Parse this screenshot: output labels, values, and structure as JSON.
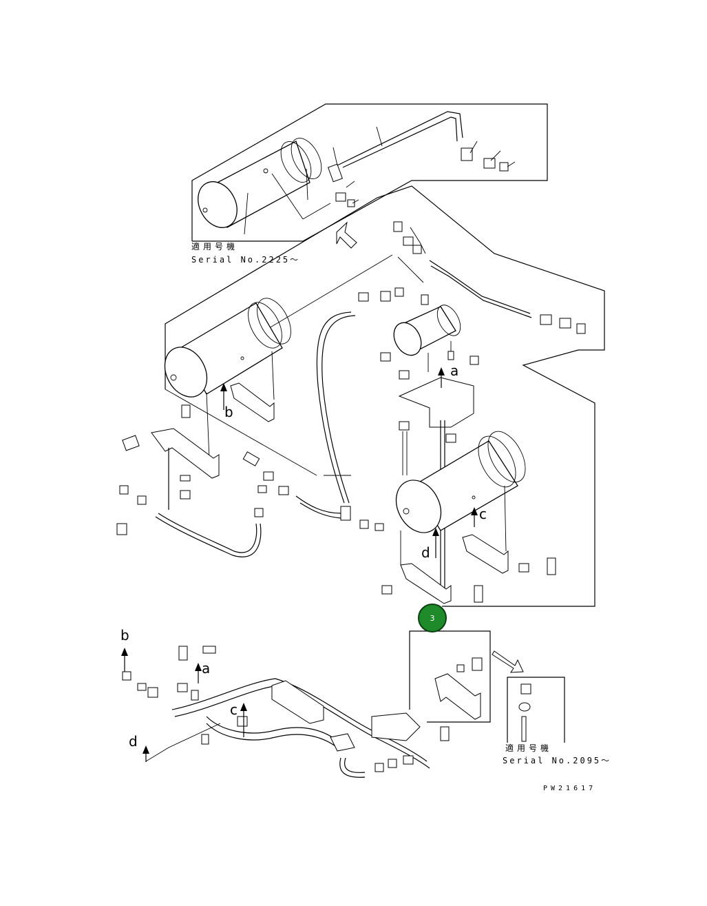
{
  "serial_top": {
    "jp": "適用号機",
    "text": "Serial No.2225〜"
  },
  "serial_bottom": {
    "jp": "適用号機",
    "text": "Serial No.2095〜"
  },
  "letters": {
    "a_upper": "a",
    "b_upper": "b",
    "c_upper": "c",
    "d_upper": "d",
    "b_lower": "b",
    "a_lower": "a",
    "c_lower": "c",
    "d_lower": "d"
  },
  "callout": {
    "label": "3",
    "color": "#1e8a2a"
  },
  "drawing_code": "PW21617",
  "icons": [
    "arrow-up-icon",
    "arrow-diagonal-icon"
  ]
}
